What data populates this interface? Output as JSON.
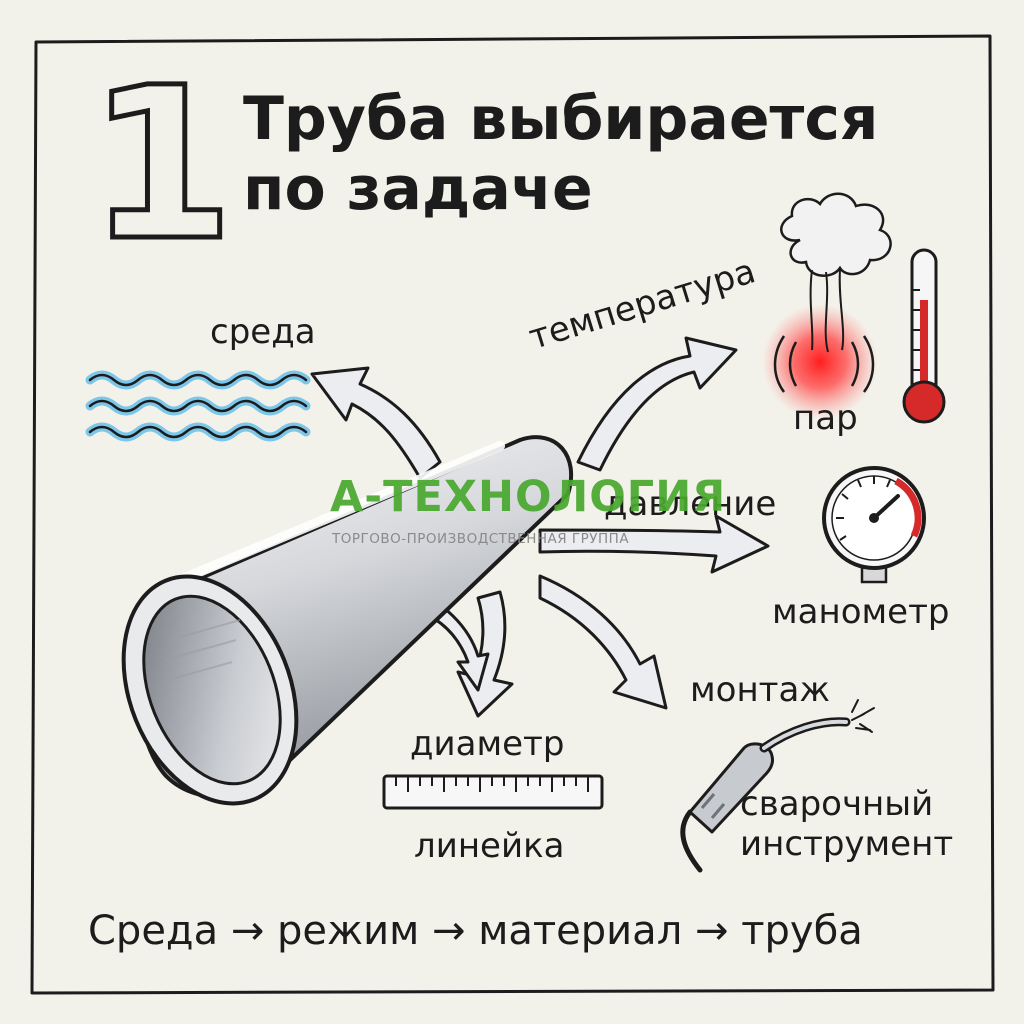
{
  "heading": {
    "number": "1",
    "title_line1": "Труба выбирается",
    "title_line2": "по задаче"
  },
  "labels": {
    "medium": "среда",
    "temperature": "температура",
    "steam": "пар",
    "pressure": "давление",
    "gauge": "манометр",
    "installation": "монтаж",
    "welding_line1": "сварочный",
    "welding_line2": "инструмент",
    "diameter": "диаметр",
    "ruler": "линейка"
  },
  "footer": {
    "chain": "Среда → режим → материал → труба"
  },
  "watermark": {
    "brand": "А-ТЕХНОЛОГИЯ",
    "tagline": "ТОРГОВО-ПРОИЗВОДСТВЕННАЯ ГРУППА"
  },
  "colors": {
    "ink": "#1c1c1c",
    "paper": "#f3f2ea",
    "water": "#5fb6e0",
    "heat": "#ff2a2a",
    "brand_green": "#48a82e",
    "pipe_grey": "#b9bcc2"
  },
  "icons": [
    "water-waves-icon",
    "steam-cloud-icon",
    "thermometer-icon",
    "pressure-gauge-icon",
    "ruler-icon",
    "welding-torch-icon",
    "pipe-illustration"
  ]
}
